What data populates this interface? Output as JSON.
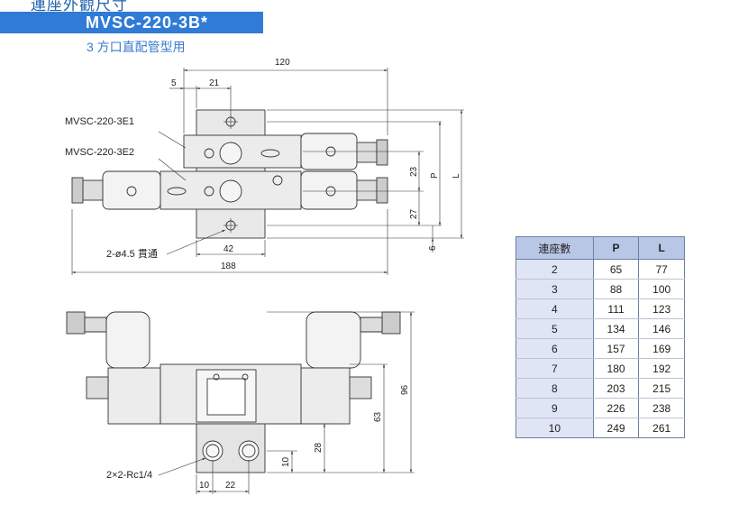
{
  "header": {
    "cut_text": "連座外觀尺寸",
    "title": "MVSC-220-3B*",
    "subtitle": "3 方口直配管型用"
  },
  "top_view": {
    "dims": {
      "w120": "120",
      "d5": "5",
      "d21": "21",
      "d188": "188",
      "d42": "42",
      "d23": "23",
      "d27": "27",
      "d6": "6",
      "P": "P",
      "L": "L"
    },
    "labels": {
      "e1": "MVSC-220-3E1",
      "e2": "MVSC-220-3E2",
      "holes": "2-ø4.5 貫通"
    }
  },
  "front_view": {
    "dims": {
      "d96": "96",
      "d63": "63",
      "d28": "28",
      "d10v": "10",
      "d10h": "10",
      "d22": "22"
    },
    "labels": {
      "ports": "2×2-Rc1/4"
    }
  },
  "spec_table": {
    "headers": [
      "連座數",
      "P",
      "L"
    ],
    "rows": [
      [
        "2",
        "65",
        "77"
      ],
      [
        "3",
        "88",
        "100"
      ],
      [
        "4",
        "111",
        "123"
      ],
      [
        "5",
        "134",
        "146"
      ],
      [
        "6",
        "157",
        "169"
      ],
      [
        "7",
        "180",
        "192"
      ],
      [
        "8",
        "203",
        "215"
      ],
      [
        "9",
        "226",
        "238"
      ],
      [
        "10",
        "249",
        "261"
      ]
    ]
  },
  "colors": {
    "accent": "#2f7bd6",
    "subtitle": "#3b7ccf",
    "table_header": "#b9c7e6",
    "table_first_col": "#dfe5f5"
  }
}
